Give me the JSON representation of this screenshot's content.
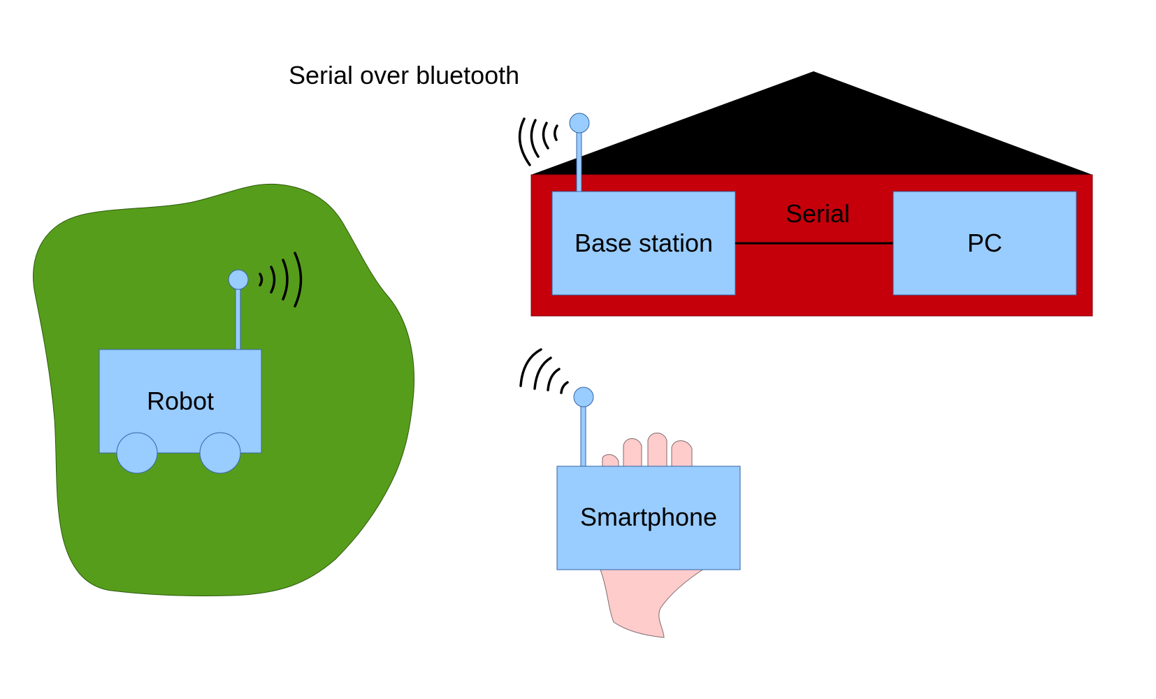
{
  "diagram": {
    "protocol_label": "Serial over bluetooth",
    "link_label": "Serial",
    "nodes": {
      "robot": "Robot",
      "base_station": "Base station",
      "pc": "PC",
      "smartphone": "Smartphone"
    },
    "colors": {
      "terrain": "#579d1c",
      "house_wall": "#c5000b",
      "roof": "#000000",
      "device": "#99ccff",
      "hand": "#ffcccc",
      "signal": "#000000"
    }
  }
}
